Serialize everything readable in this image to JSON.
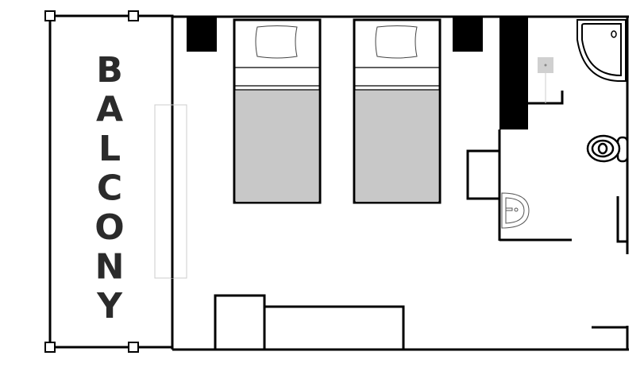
{
  "plan": {
    "balcony_label": "BALCONY",
    "rooms": [
      "balcony",
      "bedroom",
      "bathroom"
    ],
    "beds": 2,
    "colors": {
      "wall": "#000000",
      "bed_cover": "#c8c8c8",
      "fixture": "#ffffff"
    }
  }
}
